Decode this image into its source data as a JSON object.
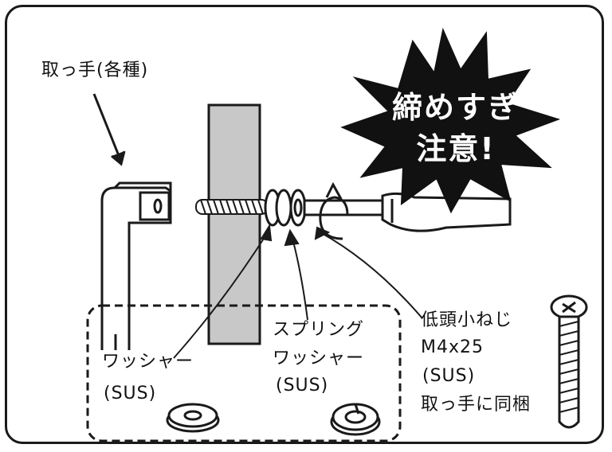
{
  "labels": {
    "handle": "取っ手(各種)",
    "warning_line1": "締めすぎ",
    "warning_line2": "注意!",
    "washer_line1": "ワッシャー",
    "washer_line2": "(SUS)",
    "spring_washer_line1": "スプリング",
    "spring_washer_line2": "ワッシャー",
    "spring_washer_line3": "(SUS)",
    "screw_line1": "低頭小ねじ",
    "screw_line2": "M4x25",
    "screw_line3": "(SUS)",
    "screw_line4": "取っ手に同梱"
  },
  "colors": {
    "ink": "#1a1a1a",
    "burst_fill": "#111111",
    "burst_text": "#ffffff",
    "post_fill": "#c8c8c8",
    "background": "#ffffff"
  }
}
